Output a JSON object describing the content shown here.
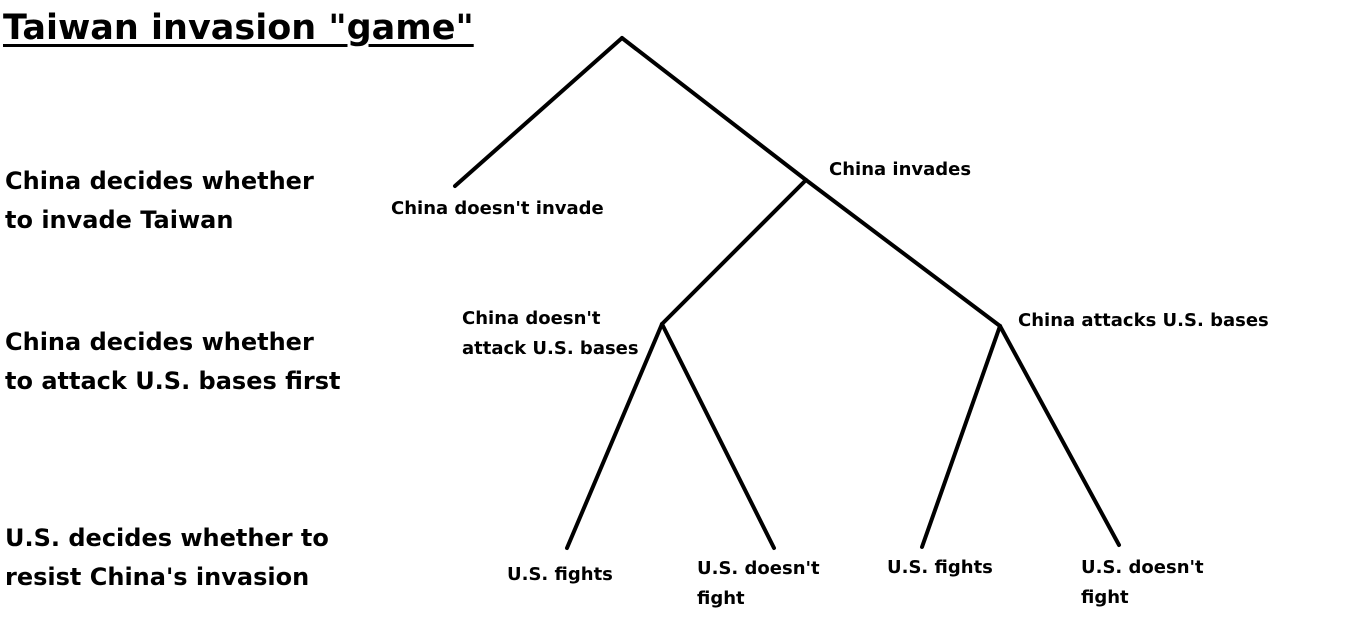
{
  "title": "Taiwan invasion \"game\"",
  "stages": [
    {
      "line1": "China decides whether",
      "line2": "to invade Taiwan"
    },
    {
      "line1": "China decides whether",
      "line2": "to attack U.S. bases first"
    },
    {
      "line1": "U.S. decides whether to",
      "line2": "resist China's invasion"
    }
  ],
  "nodes": {
    "no_invade": "China doesn't invade",
    "invades": "China invades",
    "no_attack": {
      "line1": "China doesn't",
      "line2": "attack U.S. bases"
    },
    "attacks": "China attacks U.S. bases",
    "us_fights_1": "U.S. fights",
    "us_no_fight_1": {
      "line1": "U.S. doesn't",
      "line2": "fight"
    },
    "us_fights_2": "U.S. fights",
    "us_no_fight_2": {
      "line1": "U.S. doesn't",
      "line2": "fight"
    }
  },
  "line_color": "#000000"
}
